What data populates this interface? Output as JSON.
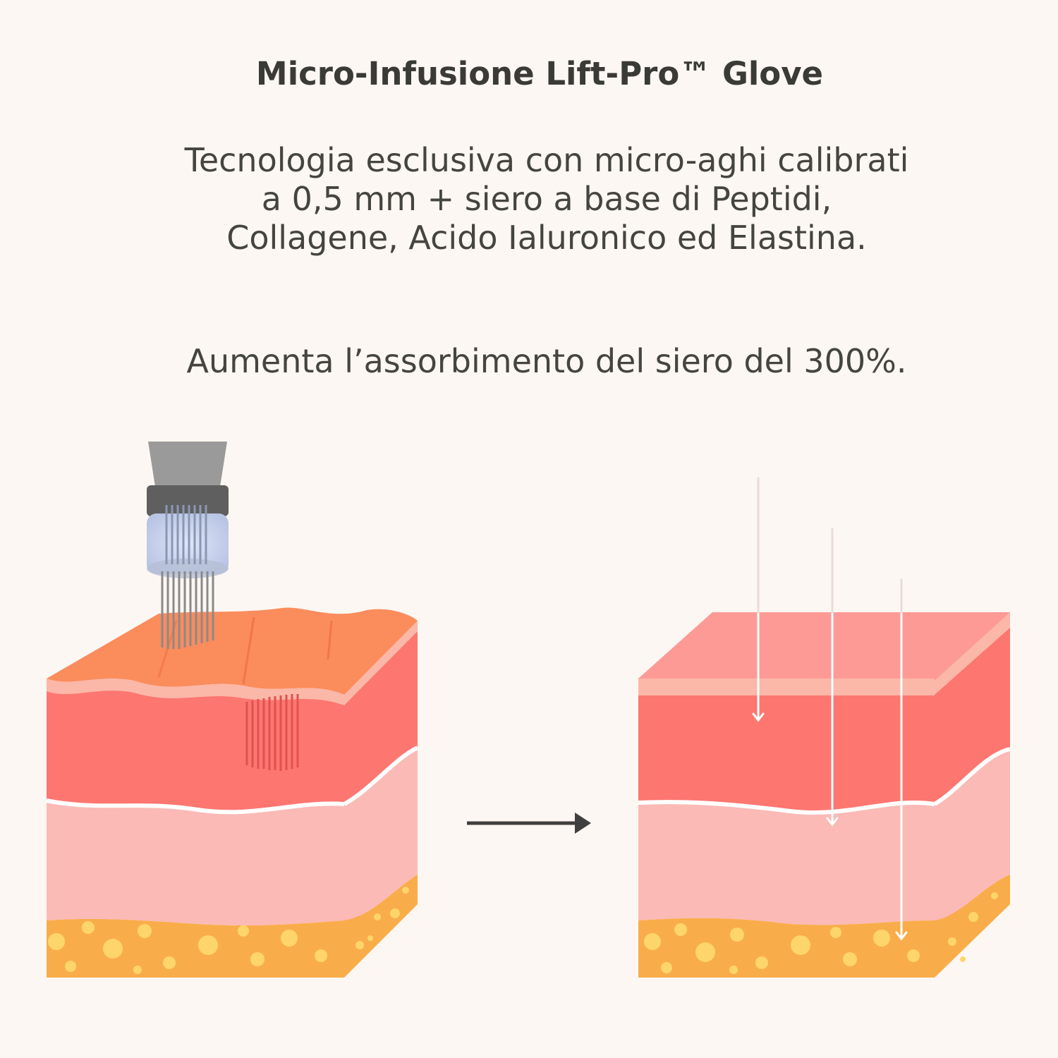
{
  "header": {
    "title": "Micro-Infusione Lift-Pro™ Glove"
  },
  "description": {
    "paragraph_1": "Tecnologia esclusiva con micro-aghi calibrati a 0,5 mm + siero a base di Peptidi, Collagene, Acido Ialuronico ed Elastina.",
    "paragraph_2": "Aumenta l’assorbimento del siero del 300%."
  },
  "illustration": {
    "before_icon": "microneedle-skin-block",
    "arrow_icon": "arrow-right-icon",
    "after_icon": "absorption-skin-block",
    "colors": {
      "epidermis_top": "#fb8c5c",
      "dermis": "#fd7670",
      "subdermis": "#fbbab6",
      "fat": "#f9ad4a",
      "fat_dots": "#fdd56a",
      "top_after": "#fd9a96",
      "arrow": "#3f3f3f",
      "needles": "#8a97b3"
    }
  }
}
